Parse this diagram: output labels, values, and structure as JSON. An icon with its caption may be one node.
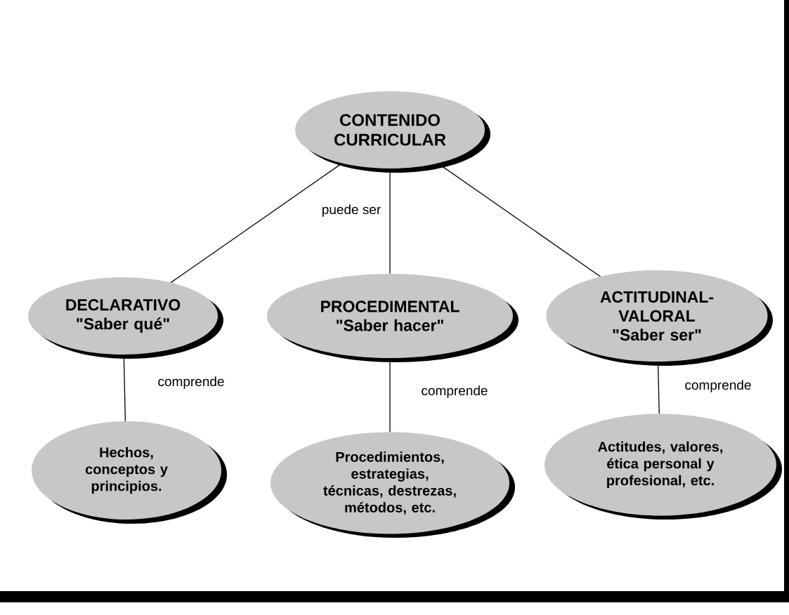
{
  "diagram": {
    "nodes": [
      {
        "text": [
          "CONTENIDO CURRICULAR"
        ]
      },
      {
        "text": [
          "DECLARATIVO",
          "\"Saber qué\""
        ]
      },
      {
        "text": [
          "PROCEDIMENTAL",
          "\"Saber hacer\""
        ]
      },
      {
        "text": [
          "ACTITUDINAL-VALORAL",
          "\"Saber ser\""
        ]
      },
      {
        "text": [
          "Hechos, conceptos y principios."
        ]
      },
      {
        "text": [
          "Procedimientos, estrategias, técnicas, destrezas, métodos, etc."
        ]
      },
      {
        "text": [
          "Actitudes, valores, ética personal y profesional, etc."
        ]
      }
    ],
    "edges": [
      {
        "from": 0,
        "to": 1,
        "arrow": "none"
      },
      {
        "from": 0,
        "to": 2,
        "arrow": "none",
        "label": "puede ser"
      },
      {
        "from": 0,
        "to": 3,
        "arrow": "none"
      },
      {
        "from": 1,
        "to": 4,
        "arrow": "none",
        "label": "comprende"
      },
      {
        "from": 2,
        "to": 5,
        "arrow": "none",
        "label": "comprende"
      },
      {
        "from": 3,
        "to": 6,
        "arrow": "none",
        "label": "comprende"
      }
    ]
  }
}
